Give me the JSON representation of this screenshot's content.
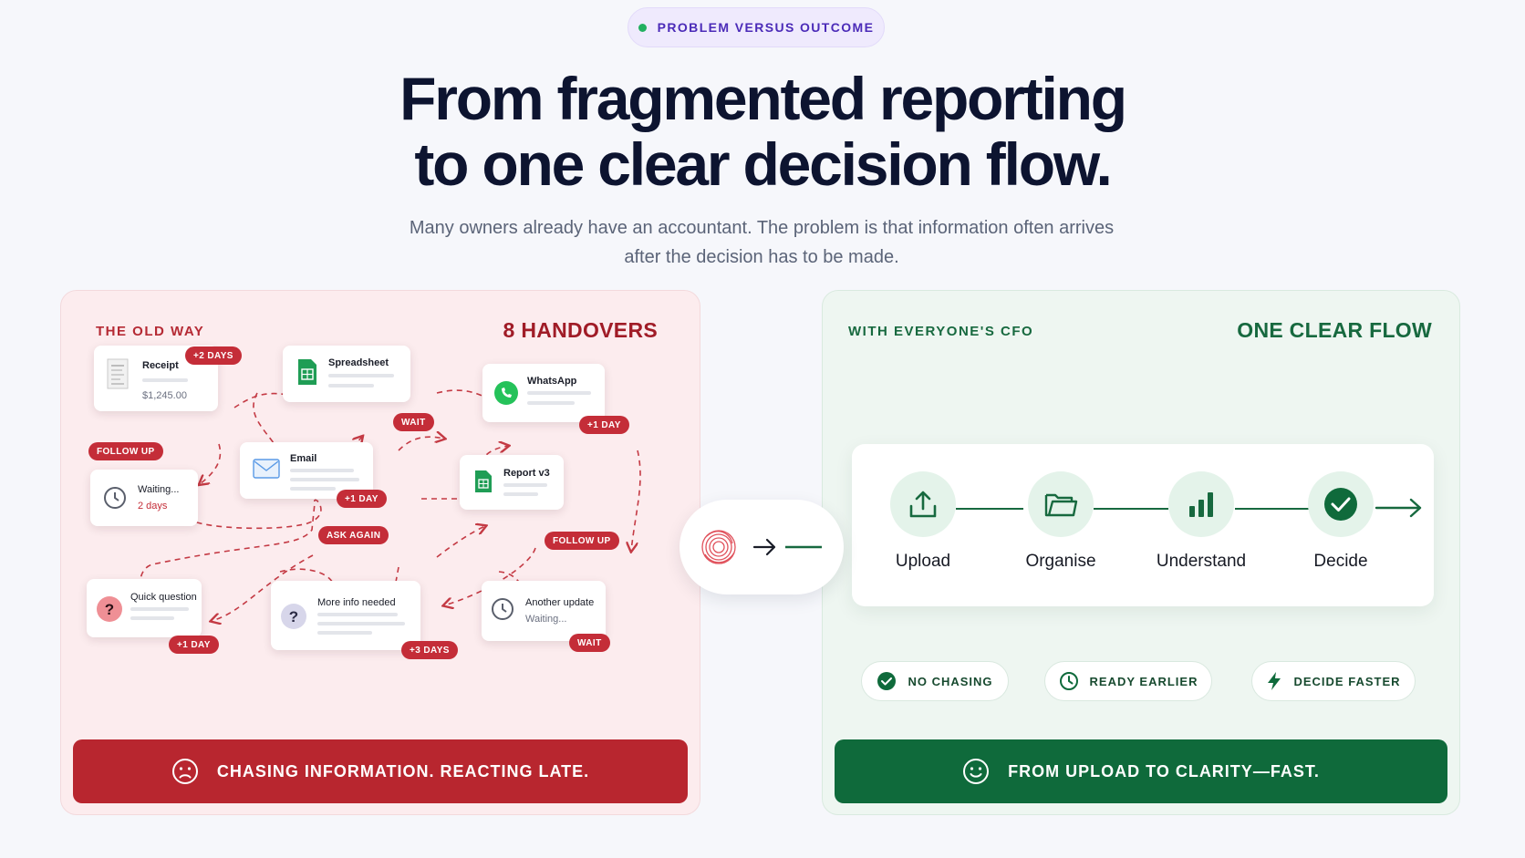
{
  "badge": {
    "label": "PROBLEM VERSUS OUTCOME"
  },
  "hero": {
    "title_line1": "From fragmented reporting",
    "title_line2": "to one clear decision flow.",
    "subtitle": "Many owners already have an accountant. The problem is that information often arrives after the decision has to be made."
  },
  "old_way": {
    "eyebrow": "THE OLD WAY",
    "headline": "8 HANDOVERS",
    "cards": {
      "receipt": {
        "title": "Receipt",
        "amount": "$1,245.00",
        "icon": "receipt-icon"
      },
      "spreadsheet": {
        "title": "Spreadsheet",
        "icon": "spreadsheet-icon"
      },
      "whatsapp": {
        "title": "WhatsApp",
        "icon": "whatsapp-icon"
      },
      "email": {
        "title": "Email",
        "icon": "email-icon"
      },
      "report": {
        "title": "Report v3",
        "icon": "report-icon"
      },
      "waiting": {
        "title": "Waiting...",
        "sub": "2 days",
        "icon": "clock-icon"
      },
      "quick_question": {
        "title": "Quick question",
        "icon": "question-icon"
      },
      "more_info": {
        "title": "More info needed",
        "icon": "question-icon"
      },
      "another_update": {
        "title": "Another update",
        "sub": "Waiting...",
        "icon": "clock-icon"
      }
    },
    "tags": {
      "receipt_delay": "+2 DAYS",
      "wait_1": "WAIT",
      "whatsapp_delay": "+1 DAY",
      "follow_up_1": "FOLLOW UP",
      "email_delay": "+1 DAY",
      "ask_again": "ASK AGAIN",
      "follow_up_2": "FOLLOW UP",
      "quick_delay": "+1 DAY",
      "more_info_delay": "+3 DAYS",
      "wait_2": "WAIT"
    },
    "bar": {
      "label": "CHASING INFORMATION. REACTING LATE.",
      "icon": "sad-face-icon"
    },
    "accent": "#b8262f"
  },
  "new_way": {
    "eyebrow": "WITH EVERYONE'S CFO",
    "headline": "ONE CLEAR FLOW",
    "steps": [
      {
        "label": "Upload",
        "icon": "upload-icon"
      },
      {
        "label": "Organise",
        "icon": "folder-icon"
      },
      {
        "label": "Understand",
        "icon": "bar-chart-icon"
      },
      {
        "label": "Decide",
        "icon": "check-circle-icon"
      }
    ],
    "benefits": [
      {
        "label": "NO CHASING",
        "icon": "check-circle-icon"
      },
      {
        "label": "READY EARLIER",
        "icon": "clock-icon"
      },
      {
        "label": "DECIDE FASTER",
        "icon": "lightning-icon"
      }
    ],
    "bar": {
      "label": "FROM UPLOAD TO CLARITY—FAST.",
      "icon": "smile-face-icon"
    },
    "accent": "#0f6a3b"
  },
  "connector": {
    "icon": "fingerprint-logo-icon",
    "arrow_icon": "arrow-right-icon"
  }
}
